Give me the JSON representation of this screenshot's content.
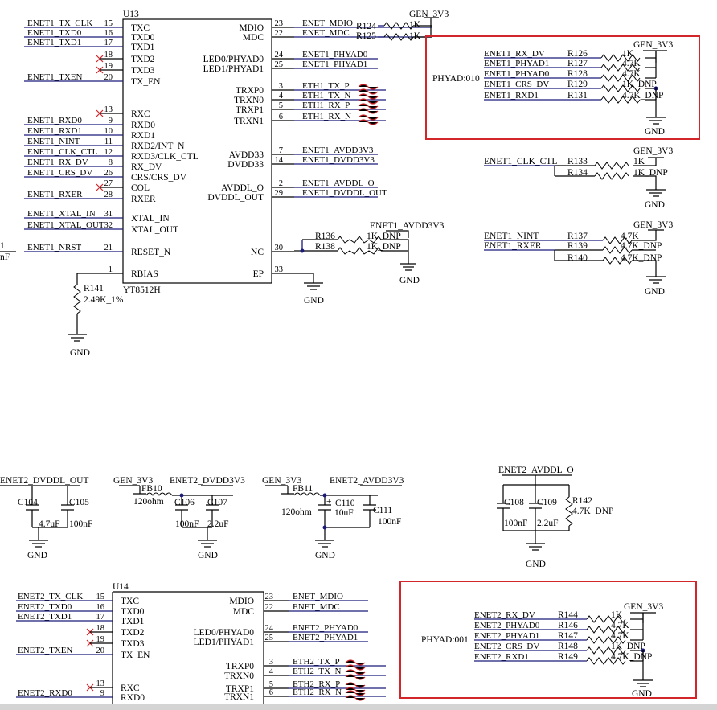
{
  "u13": {
    "ref": "U13",
    "part": "YT8512H",
    "left_nets": [
      "ENET1_TX_CLK",
      "ENET1_TXD0",
      "ENET1_TXD1",
      "",
      "",
      "ENET1_TXEN",
      "",
      "ENET1_RXD0",
      "ENET1_RXD1",
      "ENET1_NINT",
      "ENET1_CLK_CTL",
      "ENET1_RX_DV",
      "ENET1_CRS_DV",
      "",
      "ENET1_RXER",
      "ENET1_XTAL_IN",
      "ENET1_XTAL_OUT",
      "ENET1_NRST",
      ""
    ],
    "left_pins": [
      "15",
      "16",
      "17",
      "18",
      "19",
      "20",
      "13",
      "9",
      "10",
      "11",
      "12",
      "8",
      "26",
      "27",
      "28",
      "31",
      "32",
      "21",
      "1"
    ],
    "left_labels": [
      "TXC",
      "TXD0",
      "TXD1",
      "TXD2",
      "TXD3",
      "TX_EN",
      "RXC",
      "RXD0",
      "RXD1",
      "RXD2/INT_N",
      "RXD3/CLK_CTL",
      "RX_DV",
      "CRS/CRS_DV",
      "COL",
      "RXER",
      "XTAL_IN",
      "XTAL_OUT",
      "RESET_N",
      "RBIAS"
    ],
    "right_pins": [
      "23",
      "22",
      "24",
      "25",
      "3",
      "4",
      "5",
      "6",
      "7",
      "14",
      "2",
      "29",
      "30",
      "33"
    ],
    "right_labels": [
      "MDIO",
      "MDC",
      "LED0/PHYAD0",
      "LED1/PHYAD1",
      "TRXP0",
      "TRXN0",
      "TRXP1",
      "TRXN1",
      "AVDD33",
      "DVDD33",
      "AVDDL_O",
      "DVDDL_OUT",
      "NC",
      "EP"
    ],
    "right_nets": [
      "ENET_MDIO",
      "ENET_MDC",
      "ENET1_PHYAD0",
      "ENET1_PHYAD1",
      "ETH1_TX_P",
      "ETH1_TX_N",
      "ETH1_RX_P",
      "ETH1_RX_N",
      "ENET1_AVDD3V3",
      "ENET1_DVDD3V3",
      "ENET1_AVDDL_O",
      "ENET1_DVDDL_OUT",
      "",
      ""
    ]
  },
  "u14": {
    "ref": "U14",
    "left_nets": [
      "ENET2_TX_CLK",
      "ENET2_TXD0",
      "ENET2_TXD1",
      "",
      "",
      "ENET2_TXEN",
      "",
      "ENET2_RXD0"
    ],
    "left_pins": [
      "15",
      "16",
      "17",
      "18",
      "19",
      "20",
      "13",
      "9"
    ],
    "left_labels": [
      "TXC",
      "TXD0",
      "TXD1",
      "TXD2",
      "TXD3",
      "TX_EN",
      "RXC",
      "RXD0"
    ],
    "right_pins": [
      "23",
      "22",
      "24",
      "25",
      "3",
      "4",
      "5",
      "6"
    ],
    "right_labels": [
      "MDIO",
      "MDC",
      "LED0/PHYAD0",
      "LED1/PHYAD1",
      "TRXP0",
      "TRXN0",
      "TRXP1",
      "TRXN1"
    ],
    "right_nets": [
      "ENET_MDIO",
      "ENET_MDC",
      "ENET2_PHYAD0",
      "ENET2_PHYAD1",
      "ETH2_TX_P",
      "ETH2_TX_N",
      "ETH2_RX_P",
      "ETH2_RX_N"
    ]
  },
  "mdio_pullups": {
    "refs": [
      "R124",
      "R125"
    ],
    "values": [
      "1K",
      "1K"
    ],
    "rail": "GEN_3V3"
  },
  "strap1": {
    "label": "PHYAD:010",
    "rail": "GEN_3V3",
    "gnd": "GND",
    "nets": [
      "ENET1_RX_DV",
      "ENET1_PHYAD1",
      "ENET1_PHYAD0",
      "ENET1_CRS_DV",
      "ENET1_RXD1"
    ],
    "refs": [
      "R126",
      "R127",
      "R128",
      "R129",
      "R131"
    ],
    "values": [
      "1K",
      "4.7K",
      "4.7K",
      "1K_DNP",
      "4.7K_DNP"
    ]
  },
  "clkctl": {
    "net": "ENET1_CLK_CTL",
    "refs": [
      "R133",
      "R134"
    ],
    "values": [
      "1K",
      "1K_DNP"
    ],
    "rail": "GEN_3V3",
    "gnd": "GND"
  },
  "nint": {
    "nets": [
      "ENET1_NINT",
      "ENET1_RXER"
    ],
    "refs": [
      "R137",
      "R139",
      "R140"
    ],
    "values": [
      "4.7K",
      "4.7K_DNP",
      "4.7K_DNP"
    ],
    "rail": "GEN_3V3",
    "gnd": "GND"
  },
  "nc_bias": {
    "rail": "ENET1_AVDD3V3",
    "refs": [
      "R136",
      "R138"
    ],
    "values": [
      "1K_DNP",
      "1K_DNP"
    ],
    "gnd": "GND"
  },
  "rbias": {
    "ref": "R141",
    "value": "2.49K_1%",
    "gnd": "GND"
  },
  "ep_gnd": "GND",
  "left_cut": {
    "a": "1",
    "b": "nF"
  },
  "dvddl2": {
    "net": "ENET2_DVDDL_OUT",
    "caps": [
      {
        "ref": "C104",
        "value": "4.7uF"
      },
      {
        "ref": "C105",
        "value": "100nF"
      }
    ],
    "gnd": "GND"
  },
  "dvdd2": {
    "rail": "GEN_3V3",
    "fb": "FB10",
    "fb_value": "120ohm",
    "net": "ENET2_DVDD3V3",
    "caps": [
      {
        "ref": "C106",
        "value": "100nF"
      },
      {
        "ref": "C107",
        "value": "2.2uF"
      }
    ],
    "gnd": "GND"
  },
  "avdd2": {
    "rail": "GEN_3V3",
    "fb": "FB11",
    "fb_value": "120ohm",
    "net": "ENET2_AVDD3V3",
    "caps": [
      {
        "ref": "C110",
        "value": "10uF"
      },
      {
        "ref": "C111",
        "value": "100nF"
      }
    ],
    "gnd": "GND",
    "plus": "+"
  },
  "avddl2": {
    "net": "ENET2_AVDDL_O",
    "caps": [
      {
        "ref": "C108",
        "value": "100nF"
      },
      {
        "ref": "C109",
        "value": "2.2uF"
      }
    ],
    "res": {
      "ref": "R142",
      "value": "4.7K_DNP"
    },
    "gnd": "GND"
  },
  "strap2": {
    "label": "PHYAD:001",
    "rail": "GEN_3V3",
    "gnd": "GND",
    "nets": [
      "ENET2_RX_DV",
      "ENET2_PHYAD0",
      "ENET2_PHYAD1",
      "ENET2_CRS_DV",
      "ENET2_RXD1"
    ],
    "refs": [
      "R144",
      "R146",
      "R147",
      "R148",
      "R149"
    ],
    "values": [
      "1K",
      "4.7K",
      "4.7K",
      "1K_DNP",
      "4.7K_DNP"
    ]
  }
}
